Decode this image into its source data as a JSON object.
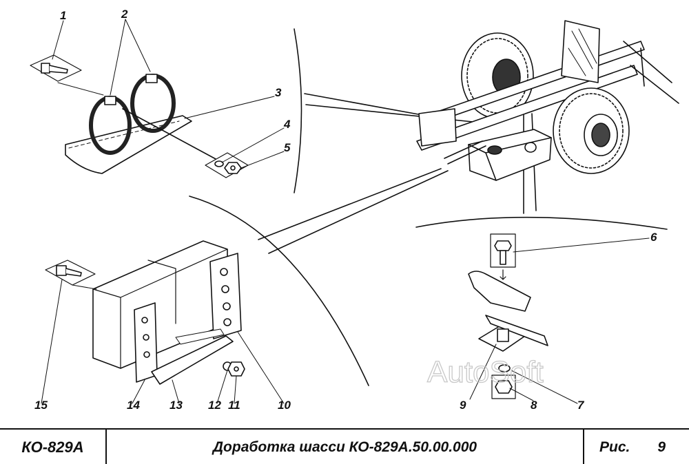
{
  "callouts": [
    "1",
    "2",
    "3",
    "4",
    "5",
    "6",
    "7",
    "8",
    "9",
    "10",
    "11",
    "12",
    "13",
    "14",
    "15"
  ],
  "watermark": "AutoSoft",
  "titleblock": {
    "code": "КО-829А",
    "title": "Доработка шасси КО-829А.50.00.000",
    "fig_label": "Рис.",
    "fig_number": "9"
  }
}
